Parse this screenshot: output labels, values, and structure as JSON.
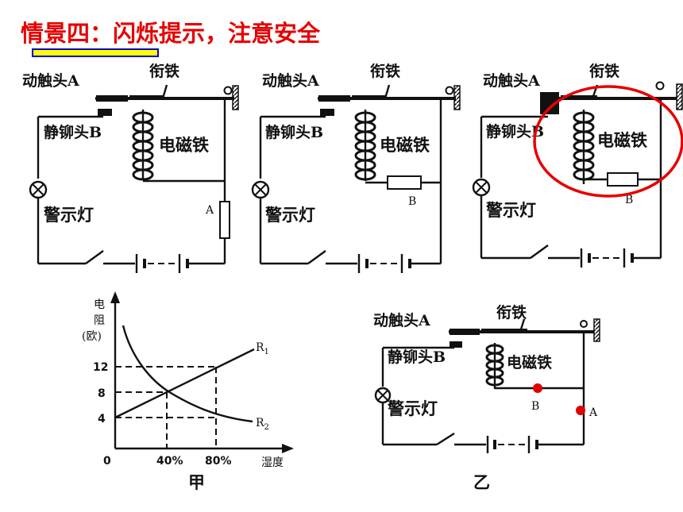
{
  "title": "情景四：闪烁提示，注意安全",
  "colors": {
    "title": "#e60000",
    "highlight": "#e60000",
    "dot": "#e00000",
    "underline_blue": "#0000cc",
    "underline_yellow": "#ffff00"
  },
  "circuit_labels": {
    "moving_contact": "动触头A",
    "armature": "衔铁",
    "static_contact": "静铆头B",
    "electromagnet": "电磁铁",
    "warning_lamp": "警示灯",
    "resistor_a": "A",
    "resistor_b": "B"
  },
  "graph": {
    "y_label_chars": [
      "电",
      "阻",
      "(欧)"
    ],
    "x_label": "湿度",
    "caption": "甲",
    "origin": "0",
    "x_ticks": [
      "40%",
      "80%"
    ],
    "y_ticks": [
      "4",
      "8",
      "12"
    ],
    "curve_r1": "R",
    "curve_r1_sub": "1",
    "curve_r2": "R",
    "curve_r2_sub": "2"
  },
  "circuit_yi": {
    "caption": "乙",
    "point_a": "A",
    "point_b": "B"
  }
}
